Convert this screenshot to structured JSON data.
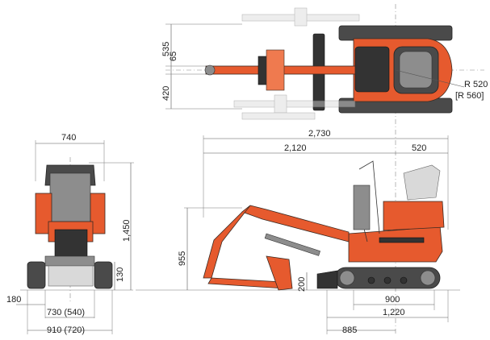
{
  "dimensions": {
    "front_overall_width": "740",
    "front_height": "1,450",
    "front_ground_clearance": "130",
    "front_blade_offset": "180",
    "front_track_width": "730 (540)",
    "front_total_width": "910 (720)",
    "top_boom_offset_left": "535",
    "top_center_offset": "65",
    "top_boom_offset_right": "420",
    "top_tail_radius": "R 520",
    "top_tail_radius_alt": "[R 560]",
    "side_overall_length": "2,730",
    "side_front_length": "2,120",
    "side_rear_length": "520",
    "side_dump_height": "955",
    "side_blade_height": "200",
    "side_track_length": "900",
    "side_track_total": "1,220",
    "side_blade_distance": "885"
  },
  "colors": {
    "body_orange": "#e65a2e",
    "track_dark": "#4a4a4a",
    "metal_grey": "#8d8d8d"
  }
}
